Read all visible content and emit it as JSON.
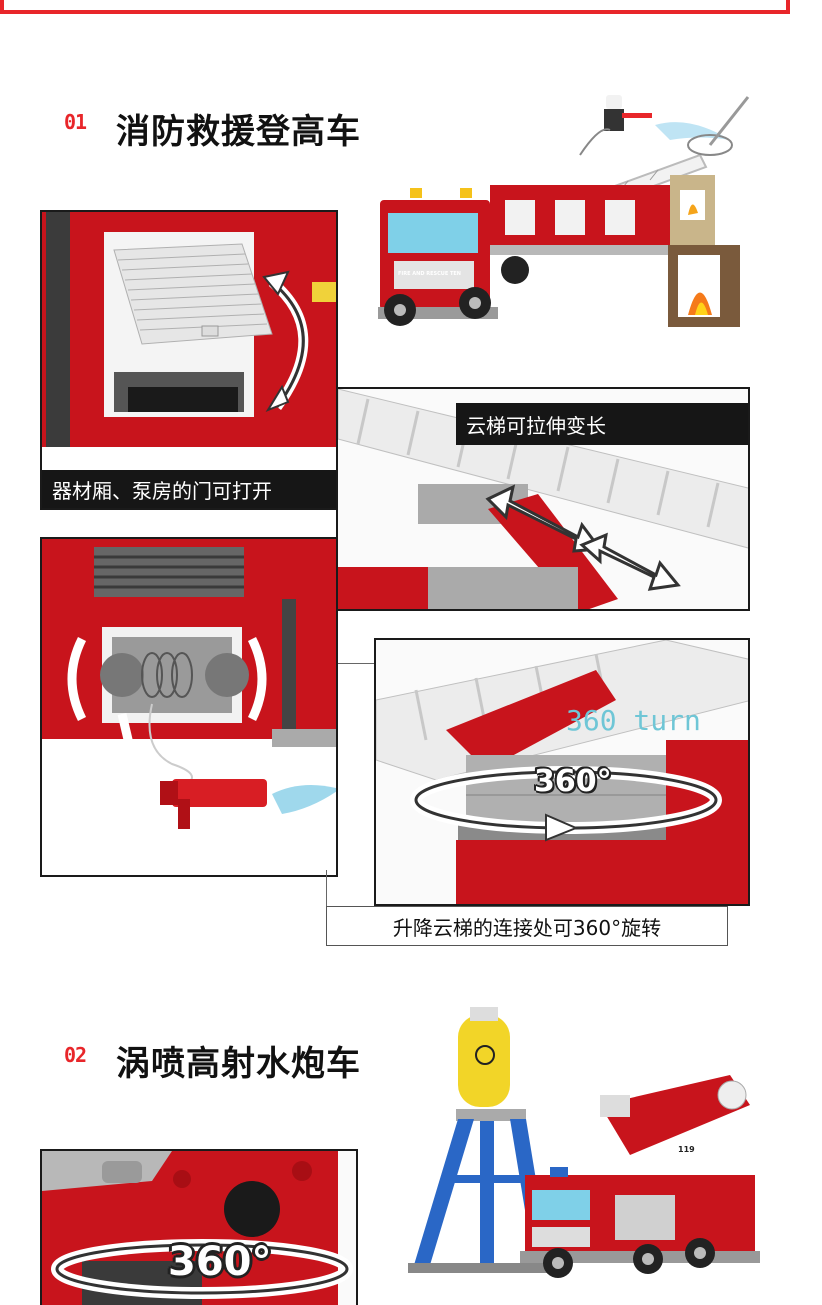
{
  "section1": {
    "number": "01",
    "title": "消防救援登高车",
    "truck_sign": "FIRE AND RESCUE TEN",
    "caption_ladder": "云梯可拉伸变长",
    "caption_doors": "器材厢、泵房的门可打开",
    "turn_label": "360 turn",
    "degree_label": "360°",
    "caption_rotate": "升降云梯的连接处可360°旋转"
  },
  "section2": {
    "number": "02",
    "title": "涡喷高射水炮车",
    "truck_number": "119",
    "degree_label": "360°"
  },
  "colors": {
    "accent_red": "#e8262a",
    "truck_red": "#c8141c",
    "caption_dark": "#161616",
    "turn_text": "#6fc6d6"
  }
}
